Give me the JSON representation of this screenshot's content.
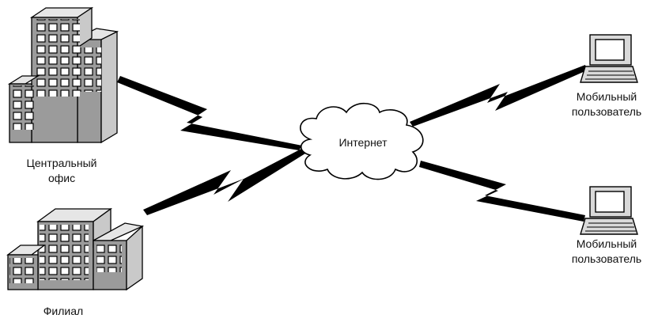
{
  "nodes": {
    "hq": {
      "label_line1": "Центральный",
      "label_line2": "офис"
    },
    "branch": {
      "label": "Филиал"
    },
    "internet": {
      "label": "Интернет"
    },
    "mobile_top": {
      "label_line1": "Мобильный",
      "label_line2": "пользователь"
    },
    "mobile_bottom": {
      "label_line1": "Мобильный",
      "label_line2": "пользователь"
    }
  },
  "colors": {
    "building_front": "#9a9a9a",
    "building_side": "#c8c8c8",
    "building_top": "#e8e8e8",
    "window": "#ffffff",
    "link": "#000000",
    "cloud_fill": "#ffffff",
    "laptop_body": "#d9d9d9"
  }
}
